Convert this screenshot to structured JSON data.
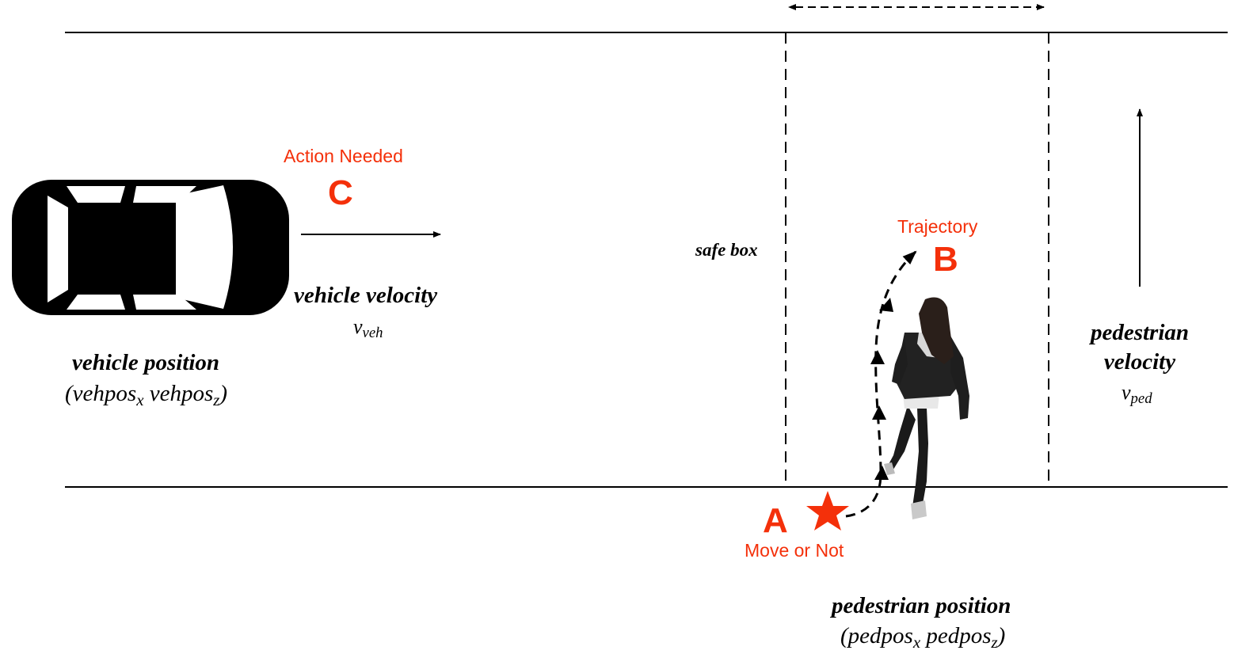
{
  "colors": {
    "accent": "#f4300a",
    "ink": "#000000",
    "background": "#ffffff"
  },
  "icons": {
    "vehicle": "car-top-view-icon",
    "pedestrian": "walking-pedestrian-icon",
    "start_marker": "star-icon"
  },
  "labels": {
    "action_needed": "Action Needed",
    "letter_c": "C",
    "vehicle_velocity": "vehicle velocity",
    "v_veh": {
      "base": "v",
      "sub": "veh"
    },
    "vehicle_position": "vehicle position",
    "vehicle_coords": {
      "open": "(",
      "a": "vehpos",
      "a_sub": "x",
      "b": "vehpos",
      "b_sub": "z",
      "close": ")"
    },
    "safe_box": "safe box",
    "trajectory": "Trajectory",
    "letter_b": "B",
    "letter_a": "A",
    "move_or_not": "Move or Not",
    "pedestrian_velocity_line1": "pedestrian",
    "pedestrian_velocity_line2": "velocity",
    "v_ped": {
      "base": "v",
      "sub": "ped"
    },
    "pedestrian_position": "pedestrian position",
    "pedestrian_coords": {
      "open": "(",
      "a": "pedpos",
      "a_sub": "x",
      "b": "pedpos",
      "b_sub": "z",
      "close": ")"
    }
  }
}
